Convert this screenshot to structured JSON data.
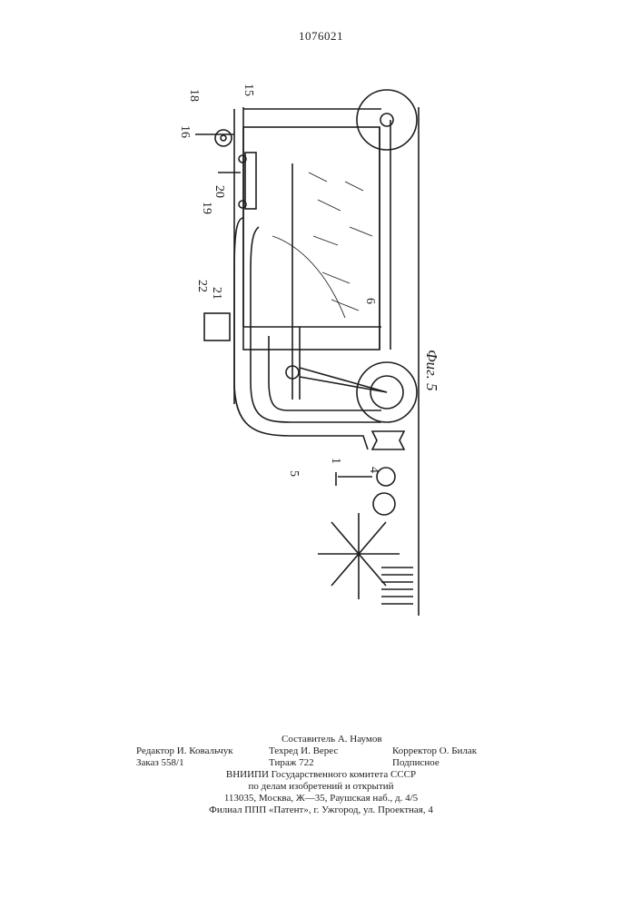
{
  "patent_number": "1076021",
  "figure": {
    "caption": "Фиг. 5",
    "labels": [
      "18",
      "15",
      "16",
      "20",
      "19",
      "22",
      "21",
      "6",
      "1",
      "4",
      "5"
    ]
  },
  "credits": {
    "compiler": "Составитель А. Наумов",
    "editor": "Редактор И. Ковальчук",
    "tech_editor": "Техред И. Верес",
    "corrector": "Корректор О. Билак",
    "order": "Заказ 558/1",
    "circulation": "Тираж 722",
    "subscription": "Подписное",
    "org_line1": "ВНИИПИ Государственного комитета СССР",
    "org_line2": "по делам изобретений и открытий",
    "org_address": "113035, Москва, Ж—35, Раушская наб., д. 4/5",
    "branch": "Филиал ППП «Патент», г. Ужгород, ул. Проектная, 4"
  }
}
